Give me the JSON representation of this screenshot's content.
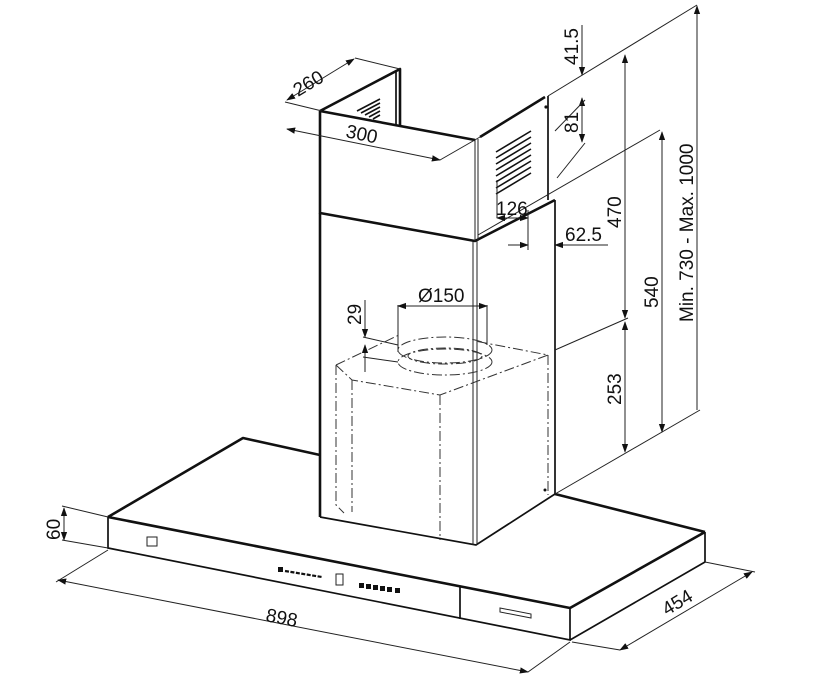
{
  "diagram": {
    "subject": "Chimney cooker hood dimension drawing",
    "units": "mm",
    "colors": {
      "line": "#111111",
      "background": "#ffffff"
    },
    "dimensions": {
      "chimney_depth": "260",
      "chimney_width": "300",
      "top_offset": "41.5",
      "vent_offset": "81",
      "vent_width": "126",
      "wall_offset": "62.5",
      "upper_chimney_height": "470",
      "lower_height": "540",
      "total_height_range": "Min. 730 - Max. 1000",
      "motor_offset": "29",
      "duct_diameter": "Ø150",
      "motor_height": "253",
      "hood_thickness": "60",
      "hood_width": "898",
      "hood_depth": "454"
    },
    "components": [
      "upper-chimney",
      "lower-chimney",
      "motor-housing",
      "duct-collar",
      "canopy",
      "control-panel",
      "filter-handle"
    ]
  }
}
